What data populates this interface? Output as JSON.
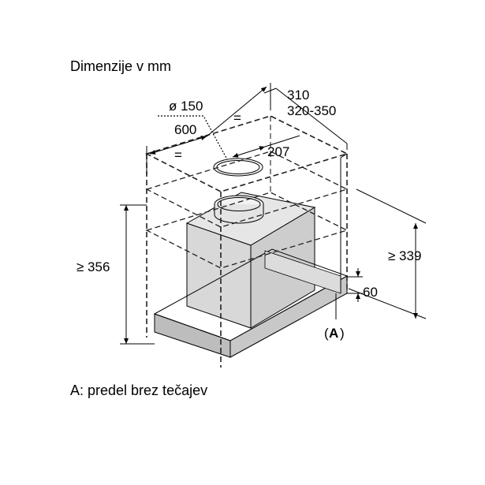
{
  "title": "Dimenzije v mm",
  "caption": "A: predel brez tečajev",
  "dimensions": {
    "depth": "310",
    "depth_range": "320-350",
    "duct_diameter": "ø 150",
    "width": "600",
    "equal_1": "=",
    "equal_2": "=",
    "offset": "207",
    "height_total": "≥ 356",
    "height_hood": "≥ 339",
    "bottom_strip": "60",
    "marker_open": "(",
    "marker_letter": "A",
    "marker_close": ")"
  },
  "colors": {
    "line": "#000000",
    "dash": "#222222",
    "hood_fill": "#d9d9d9",
    "hood_side": "#cfcfcf",
    "strip_fill": "#bdbdbd",
    "panel_fill": "#dedede"
  }
}
